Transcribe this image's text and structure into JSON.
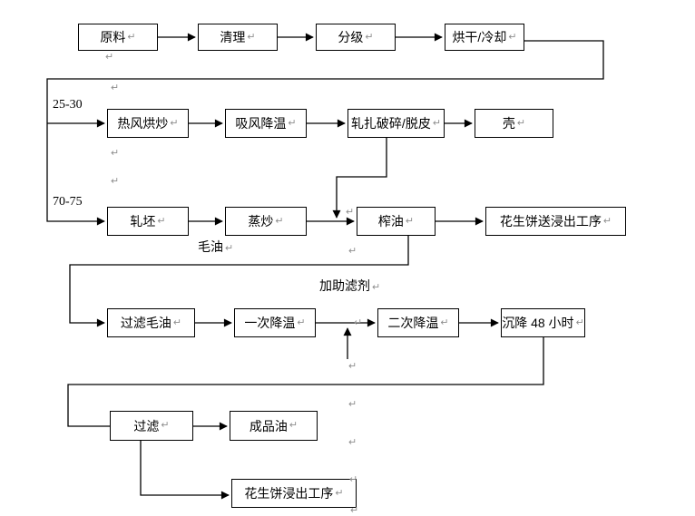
{
  "diagram": {
    "type": "flowchart",
    "pilcrow": "↵",
    "nodes": [
      {
        "label": "原料"
      },
      {
        "label": "清理"
      },
      {
        "label": "分级"
      },
      {
        "label": "烘干/冷却"
      },
      {
        "label": "热风烘炒"
      },
      {
        "label": "吸风降温"
      },
      {
        "label": "轧扎破碎/脱皮"
      },
      {
        "label": "壳"
      },
      {
        "label": "轧坯"
      },
      {
        "label": "蒸炒"
      },
      {
        "label": "榨油"
      },
      {
        "label": "花生饼送浸出工序"
      },
      {
        "label": "过滤毛油"
      },
      {
        "label": "一次降温"
      },
      {
        "label": "二次降温"
      },
      {
        "label": "沉降 48 小时"
      },
      {
        "label": "过滤"
      },
      {
        "label": "成品油"
      },
      {
        "label": "花生饼浸出工序"
      }
    ],
    "annotations": {
      "temp_upper": "25-30",
      "temp_lower": "70-75",
      "crude_oil": "毛油",
      "filter_aid": "加助滤剂"
    },
    "colors": {
      "line": "#000000",
      "box_fill": "#ffffff",
      "paragraph_mark": "#8f8f8f"
    }
  }
}
